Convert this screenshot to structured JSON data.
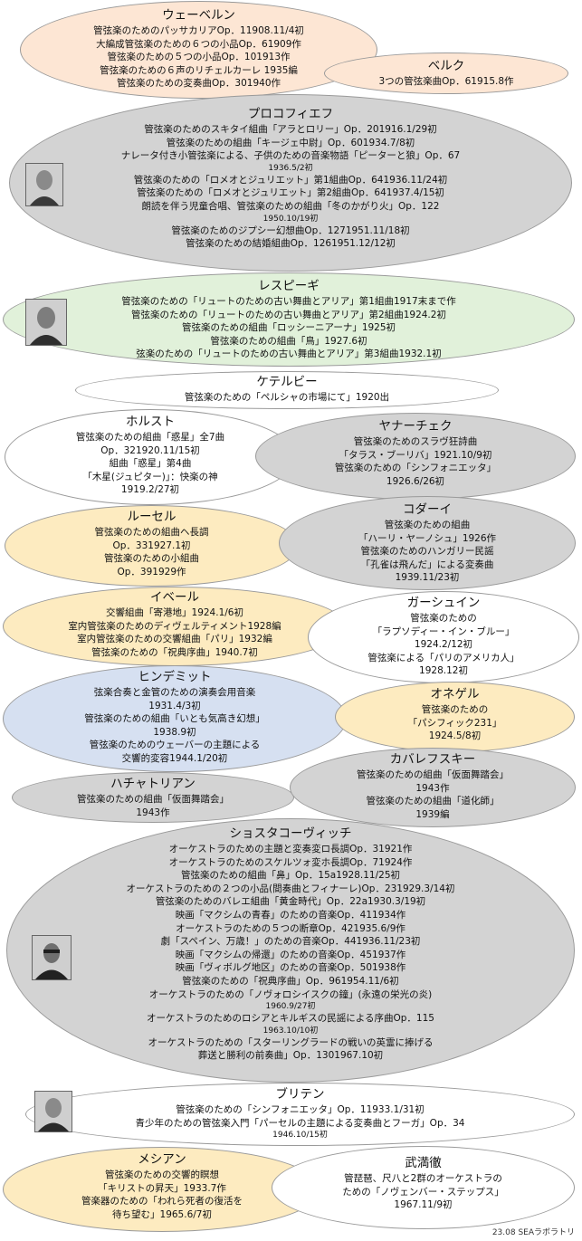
{
  "composers": [
    {
      "name": "ウェーベルン",
      "works": [
        "管弦楽のためのパッサカリアOp．11908.11/4初",
        "大編成管弦楽のための６つの小品Op．61909作",
        "管弦楽のための５つの小品Op．101913作",
        "管弦楽のための６声のリチェルカーレ 1935編",
        "管弦楽のための変奏曲Op．301940作"
      ]
    },
    {
      "name": "ベルク",
      "works": [
        "3つの管弦楽曲Op．61915.8作"
      ]
    },
    {
      "name": "プロコフィエフ",
      "works": [
        "管弦楽のためのスキタイ組曲「アラとロリー」Op．201916.1/29初",
        "管弦楽のための組曲「キージェ中尉」Op．601934.7/8初",
        "ナレータ付き小管弦楽による、子供のための音楽物語「ピーターと狼」Op．67",
        "1936.5/2初",
        "管弦楽のための「ロメオとジュリエット」第1組曲Op．641936.11/24初",
        "管弦楽のための「ロメオとジュリエット」第2組曲Op．641937.4/15初",
        "朗読を伴う児童合唱、管弦楽のための組曲「冬のかがり火」Op．122",
        "1950.10/19初",
        "管弦楽のためのジプシー幻想曲Op．1271951.11/18初",
        "管弦楽のための結婚組曲Op．1261951.12/12初"
      ]
    },
    {
      "name": "レスピーギ",
      "works": [
        "管弦楽のための「リュートのための古い舞曲とアリア」第1組曲1917末まで作",
        "管弦楽のための「リュートのための古い舞曲とアリア」第2組曲1924.2初",
        "管弦楽のための組曲「ロッシーニアーナ」1925初",
        "管弦楽のための組曲「鳥」1927.6初",
        "弦楽のための「リュートのための古い舞曲とアリア」第3組曲1932.1初"
      ]
    },
    {
      "name": "ケテルビー",
      "works": [
        "管弦楽のための「ペルシャの市場にて」1920出"
      ]
    },
    {
      "name": "ホルスト",
      "works": [
        "管弦楽のための組曲「惑星」全7曲",
        "Op．321920.11/15初",
        "組曲「惑星」第4曲",
        "「木星(ジュピター)」：快楽の神",
        "1919.2/27初"
      ]
    },
    {
      "name": "ヤナーチェク",
      "works": [
        "管弦楽のためのスラヴ狂詩曲",
        "「タラス・ブーリバ」1921.10/9初",
        "管弦楽のための「シンフォニエッタ」",
        "1926.6/26初"
      ]
    },
    {
      "name": "ルーセル",
      "works": [
        "管弦楽のための組曲ヘ長調",
        "Op．331927.1初",
        "管弦楽のための小組曲",
        "Op．391929作"
      ]
    },
    {
      "name": "コダーイ",
      "works": [
        "管弦楽のための組曲",
        "「ハーリ・ヤーノシュ」1926作",
        "管弦楽のためのハンガリー民謡",
        "「孔雀は飛んだ」による変奏曲",
        "1939.11/23初"
      ]
    },
    {
      "name": "イベール",
      "works": [
        "交響組曲「寄港地」1924.1/6初",
        "室内管弦楽のためのディヴェルティメント1928編",
        "室内管弦楽のための交響組曲「パリ」1932編",
        "管弦楽のための「祝典序曲」1940.7初"
      ]
    },
    {
      "name": "ガーシュイン",
      "works": [
        "管弦楽のための",
        "「ラプソディー・イン・ブルー」",
        "1924.2/12初",
        "管弦楽による「パリのアメリカ人」",
        "1928.12初"
      ]
    },
    {
      "name": "ヒンデミット",
      "works": [
        "弦楽合奏と金管のための演奏会用音楽",
        "1931.4/3初",
        "管弦楽のための組曲「いとも気高き幻想」",
        "1938.9初",
        "管弦楽のためのウェーバーの主題による",
        "交響的変容1944.1/20初"
      ]
    },
    {
      "name": "オネゲル",
      "works": [
        "管弦楽のための",
        "「パシフィック231」",
        "1924.5/8初"
      ]
    },
    {
      "name": "ハチャトリアン",
      "works": [
        "管弦楽のための組曲「仮面舞踏会」",
        "1943作"
      ]
    },
    {
      "name": "カバレフスキー",
      "works": [
        "管弦楽のための組曲「仮面舞踏会」",
        "1943作",
        "管弦楽のための組曲「道化師」",
        "1939編"
      ]
    },
    {
      "name": "ショスタコーヴィッチ",
      "works": [
        "オーケストラのための主題と変奏変ロ長調Op．31921作",
        "オーケストラのためのスケルツォ変ホ長調Op．71924作",
        "管弦楽のための組曲「鼻」Op．15a1928.11/25初",
        "オーケストラのための２つの小品(間奏曲とフィナーレ)Op．231929.3/14初",
        "管弦楽のためのバレエ組曲「黄金時代」Op．22a1930.3/19初",
        "映画「マクシムの青春」のための音楽Op．411934作",
        "オーケストラのための５つの断章Op．421935.6/9作",
        "劇「スペイン、万歳！」のための音楽Op．441936.11/23初",
        "映画「マクシムの帰還」のための音楽Op．451937作",
        "映画「ヴィボルグ地区」のための音楽Op．501938作",
        "管弦楽のための「祝典序曲」Op．961954.11/6初",
        "オーケストラのための「ノヴォロシイスクの鐘」(永遠の栄光の炎)",
        "1960.9/27初",
        "オーケストラのためのロシアとキルギスの民謡による序曲Op．115",
        "1963.10/10初",
        "オーケストラのための「スターリングラードの戦いの英霊に捧げる",
        "葬送と勝利の前奏曲」Op．1301967.10初"
      ]
    },
    {
      "name": "ブリテン",
      "works": [
        "管弦楽のための「シンフォニエッタ」Op．11933.1/31初",
        "青少年のための管弦楽入門「パーセルの主題による変奏曲とフーガ」Op．34",
        "1946.10/15初"
      ]
    },
    {
      "name": "メシアン",
      "works": [
        "管弦楽のための交響的瞑想",
        "「キリストの昇天」1933.7作",
        "管楽器のための「われら死者の復活を",
        "待ち望む」1965.6/7初"
      ]
    },
    {
      "name": "武満徹",
      "works": [
        "管琵琶、尺八と2群のオーケストラの",
        "ための「ノヴェンバー・ステップス」",
        "1967.11/9初"
      ]
    }
  ],
  "footer": "23.08 SEAラボラトリ"
}
